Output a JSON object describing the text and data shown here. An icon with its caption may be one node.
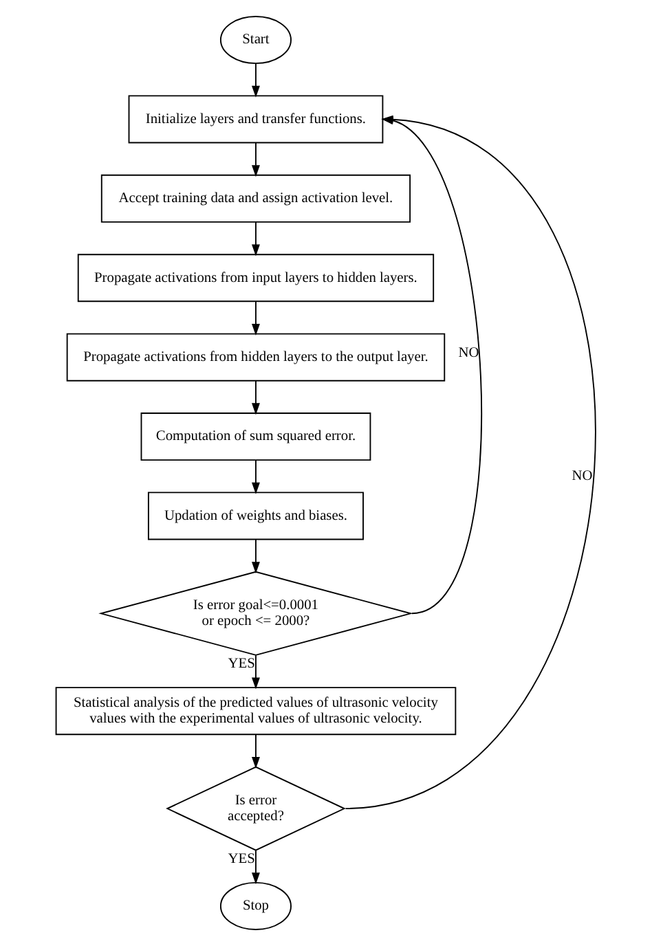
{
  "diagram": {
    "nodes": [
      {
        "text": [
          "Start"
        ]
      },
      {
        "text": [
          "Initialize layers and transfer functions."
        ]
      },
      {
        "text": [
          "Accept training data and assign activation level."
        ]
      },
      {
        "text": [
          "Propagate activations from input layers to hidden layers."
        ]
      },
      {
        "text": [
          "Propagate activations from hidden layers to the output layer."
        ]
      },
      {
        "text": [
          "Computation of sum squared error."
        ]
      },
      {
        "text": [
          "Updation of weights and biases."
        ]
      },
      {
        "text": [
          "Is error goal<=0.0001 or epoch <= 2000?"
        ]
      },
      {
        "text": [
          "Statistical analysis of the predicted values of ultrasonic velocity values with the experimental values of ultrasonic velocity."
        ]
      },
      {
        "text": [
          "Is error accepted?"
        ]
      },
      {
        "text": [
          "Stop"
        ]
      }
    ],
    "edges": [
      {
        "from": 0,
        "to": 1,
        "arrow": "to"
      },
      {
        "from": 1,
        "to": 2,
        "arrow": "to"
      },
      {
        "from": 2,
        "to": 3,
        "arrow": "to"
      },
      {
        "from": 3,
        "to": 4,
        "arrow": "to"
      },
      {
        "from": 4,
        "to": 5,
        "arrow": "to"
      },
      {
        "from": 5,
        "to": 6,
        "arrow": "to"
      },
      {
        "from": 6,
        "to": 7,
        "arrow": "to"
      },
      {
        "from": 7,
        "to": 8,
        "label": "YES",
        "arrow": "to"
      },
      {
        "from": 8,
        "to": 9,
        "arrow": "to"
      },
      {
        "from": 9,
        "to": 10,
        "label": "YES",
        "arrow": "to"
      },
      {
        "from": 7,
        "to": 1,
        "label": "NO",
        "arrow": "to"
      },
      {
        "from": 9,
        "to": 1,
        "label": "NO",
        "arrow": "to"
      }
    ]
  }
}
